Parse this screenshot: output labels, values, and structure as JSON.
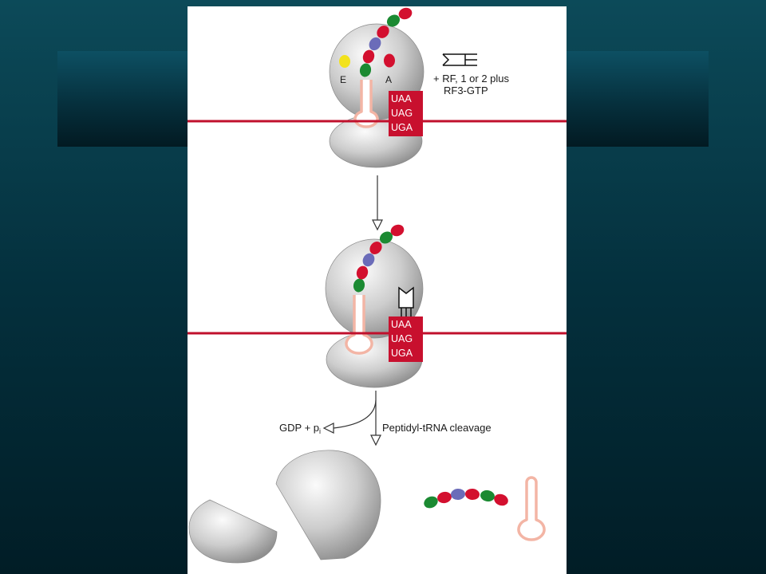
{
  "colors": {
    "background_top": "#0c4a59",
    "background_bottom": "#011d26",
    "panel": "#ffffff",
    "membrane_line": "#c0102c",
    "codon_box": "#c8102e",
    "codon_text": "#ffffff",
    "e_site": "#f2e21c",
    "a_site": "#d3102f",
    "trna": "#f3b5a5"
  },
  "peptide_chain": [
    "#1b8a32",
    "#d3102f",
    "#6b6cb9",
    "#d3102f",
    "#1b8a32",
    "#d3102f"
  ],
  "stage1": {
    "e_site_label": "E",
    "a_site_label": "A",
    "stop_codons": [
      "UAA",
      "UAG",
      "UGA"
    ],
    "factor_label_line1": "+ RF, 1 or 2 plus",
    "factor_label_line2": "RF3-GTP"
  },
  "stage2": {
    "stop_codons": [
      "UAA",
      "UAG",
      "UGA"
    ]
  },
  "step2": {
    "byproduct": "GDP + p",
    "byproduct_subscript": "i",
    "process_label": "Peptidyl-tRNA cleavage"
  }
}
